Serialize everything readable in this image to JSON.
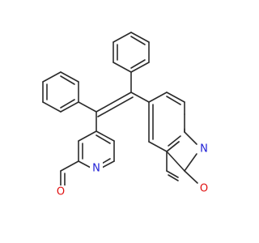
{
  "diagram": {
    "atom_labels": {
      "n_left": "N",
      "o_left": "O",
      "n_right": "N",
      "o_right": "O"
    },
    "colors": {
      "bond": "#2b2b2b",
      "nitrogen": "#1f1fd6",
      "oxygen": "#e01010",
      "background": "#ffffff"
    }
  }
}
